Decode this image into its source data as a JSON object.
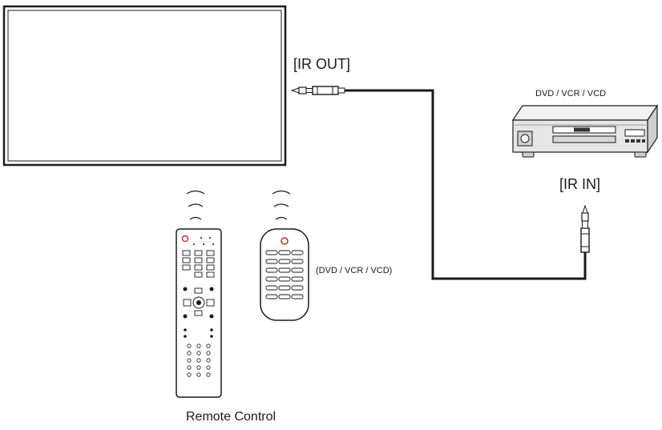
{
  "labels": {
    "ir_out": "[IR OUT]",
    "player": "DVD / VCR / VCD",
    "ir_in": "[IR IN]",
    "player_remote": "(DVD / VCR / VCD)",
    "remote_control": "Remote Control"
  },
  "icons": {
    "display": "display-monitor-icon",
    "player": "dvd-player-icon",
    "remote_main": "remote-control-icon",
    "remote_player": "player-remote-icon",
    "plug_out": "audio-jack-plug-icon",
    "plug_in": "audio-jack-plug-icon",
    "signal": "ir-signal-icon"
  },
  "colors": {
    "line": "#1a1a1a",
    "fill": "#ffffff",
    "player_body": "#e6e6e6"
  }
}
